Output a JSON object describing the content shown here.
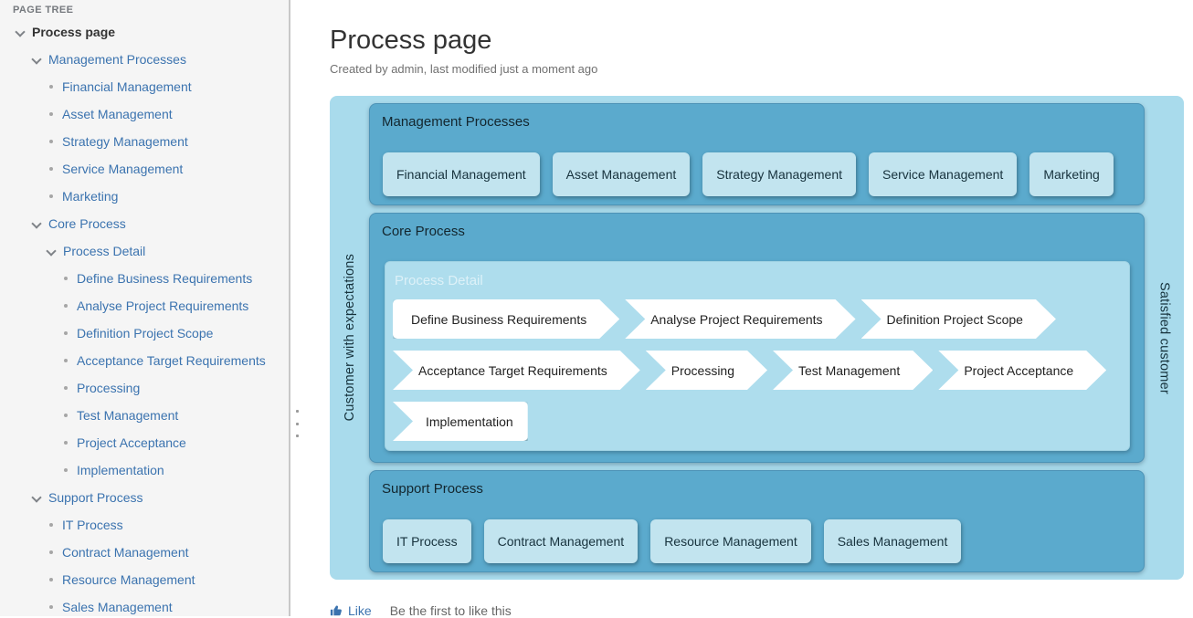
{
  "sidebar": {
    "header": "PAGE TREE",
    "tree": [
      {
        "label": "Process page",
        "level": 1,
        "type": "chevron",
        "bold": true
      },
      {
        "label": "Management Processes",
        "level": 2,
        "type": "chevron"
      },
      {
        "label": "Financial Management",
        "level": 3,
        "type": "bullet"
      },
      {
        "label": "Asset Management",
        "level": 3,
        "type": "bullet"
      },
      {
        "label": "Strategy Management",
        "level": 3,
        "type": "bullet"
      },
      {
        "label": "Service Management",
        "level": 3,
        "type": "bullet"
      },
      {
        "label": "Marketing",
        "level": 3,
        "type": "bullet"
      },
      {
        "label": "Core Process",
        "level": 2,
        "type": "chevron"
      },
      {
        "label": "Process Detail",
        "level": 3,
        "type": "chevron"
      },
      {
        "label": "Define Business Requirements",
        "level": 4,
        "type": "bullet"
      },
      {
        "label": "Analyse Project Requirements",
        "level": 4,
        "type": "bullet"
      },
      {
        "label": "Definition Project Scope",
        "level": 4,
        "type": "bullet"
      },
      {
        "label": "Acceptance Target Requirements",
        "level": 4,
        "type": "bullet"
      },
      {
        "label": "Processing",
        "level": 4,
        "type": "bullet"
      },
      {
        "label": "Test Management",
        "level": 4,
        "type": "bullet"
      },
      {
        "label": "Project Acceptance",
        "level": 4,
        "type": "bullet"
      },
      {
        "label": "Implementation",
        "level": 4,
        "type": "bullet"
      },
      {
        "label": "Support Process",
        "level": 2,
        "type": "chevron"
      },
      {
        "label": "IT Process",
        "level": 3,
        "type": "bullet"
      },
      {
        "label": "Contract Management",
        "level": 3,
        "type": "bullet"
      },
      {
        "label": "Resource Management",
        "level": 3,
        "type": "bullet"
      },
      {
        "label": "Sales Management",
        "level": 3,
        "type": "bullet"
      }
    ]
  },
  "page": {
    "title": "Process page",
    "byline": "Created by admin, last modified just a moment ago"
  },
  "diagram": {
    "left_label": "Customer with expectations",
    "right_label": "Satisfied customer",
    "colors": {
      "outer_bg": "#a9dbec",
      "panel_bg": "#5baacd",
      "box_bg": "#c2e4ef",
      "detail_bg": "#aedded",
      "arrow_bg": "#ffffff",
      "link": "#3b73af"
    },
    "management": {
      "title": "Management Processes",
      "boxes": [
        "Financial Management",
        "Asset Management",
        "Strategy Management",
        "Service Management",
        "Marketing"
      ]
    },
    "core": {
      "title": "Core Process",
      "detail": {
        "title": "Process Detail",
        "rows": [
          [
            {
              "label": "Define Business Requirements",
              "shape": "start"
            },
            {
              "label": "Analyse Project Requirements",
              "shape": "mid"
            },
            {
              "label": "Definition Project Scope",
              "shape": "mid"
            }
          ],
          [
            {
              "label": "Acceptance Target Requirements",
              "shape": "mid"
            },
            {
              "label": "Processing",
              "shape": "mid"
            },
            {
              "label": "Test Management",
              "shape": "mid"
            },
            {
              "label": "Project Acceptance",
              "shape": "mid"
            }
          ],
          [
            {
              "label": "Implementation",
              "shape": "end"
            }
          ]
        ]
      }
    },
    "support": {
      "title": "Support Process",
      "boxes": [
        "IT Process",
        "Contract Management",
        "Resource Management",
        "Sales Management"
      ]
    }
  },
  "footer": {
    "like_label": "Like",
    "like_hint": "Be the first to like this"
  }
}
